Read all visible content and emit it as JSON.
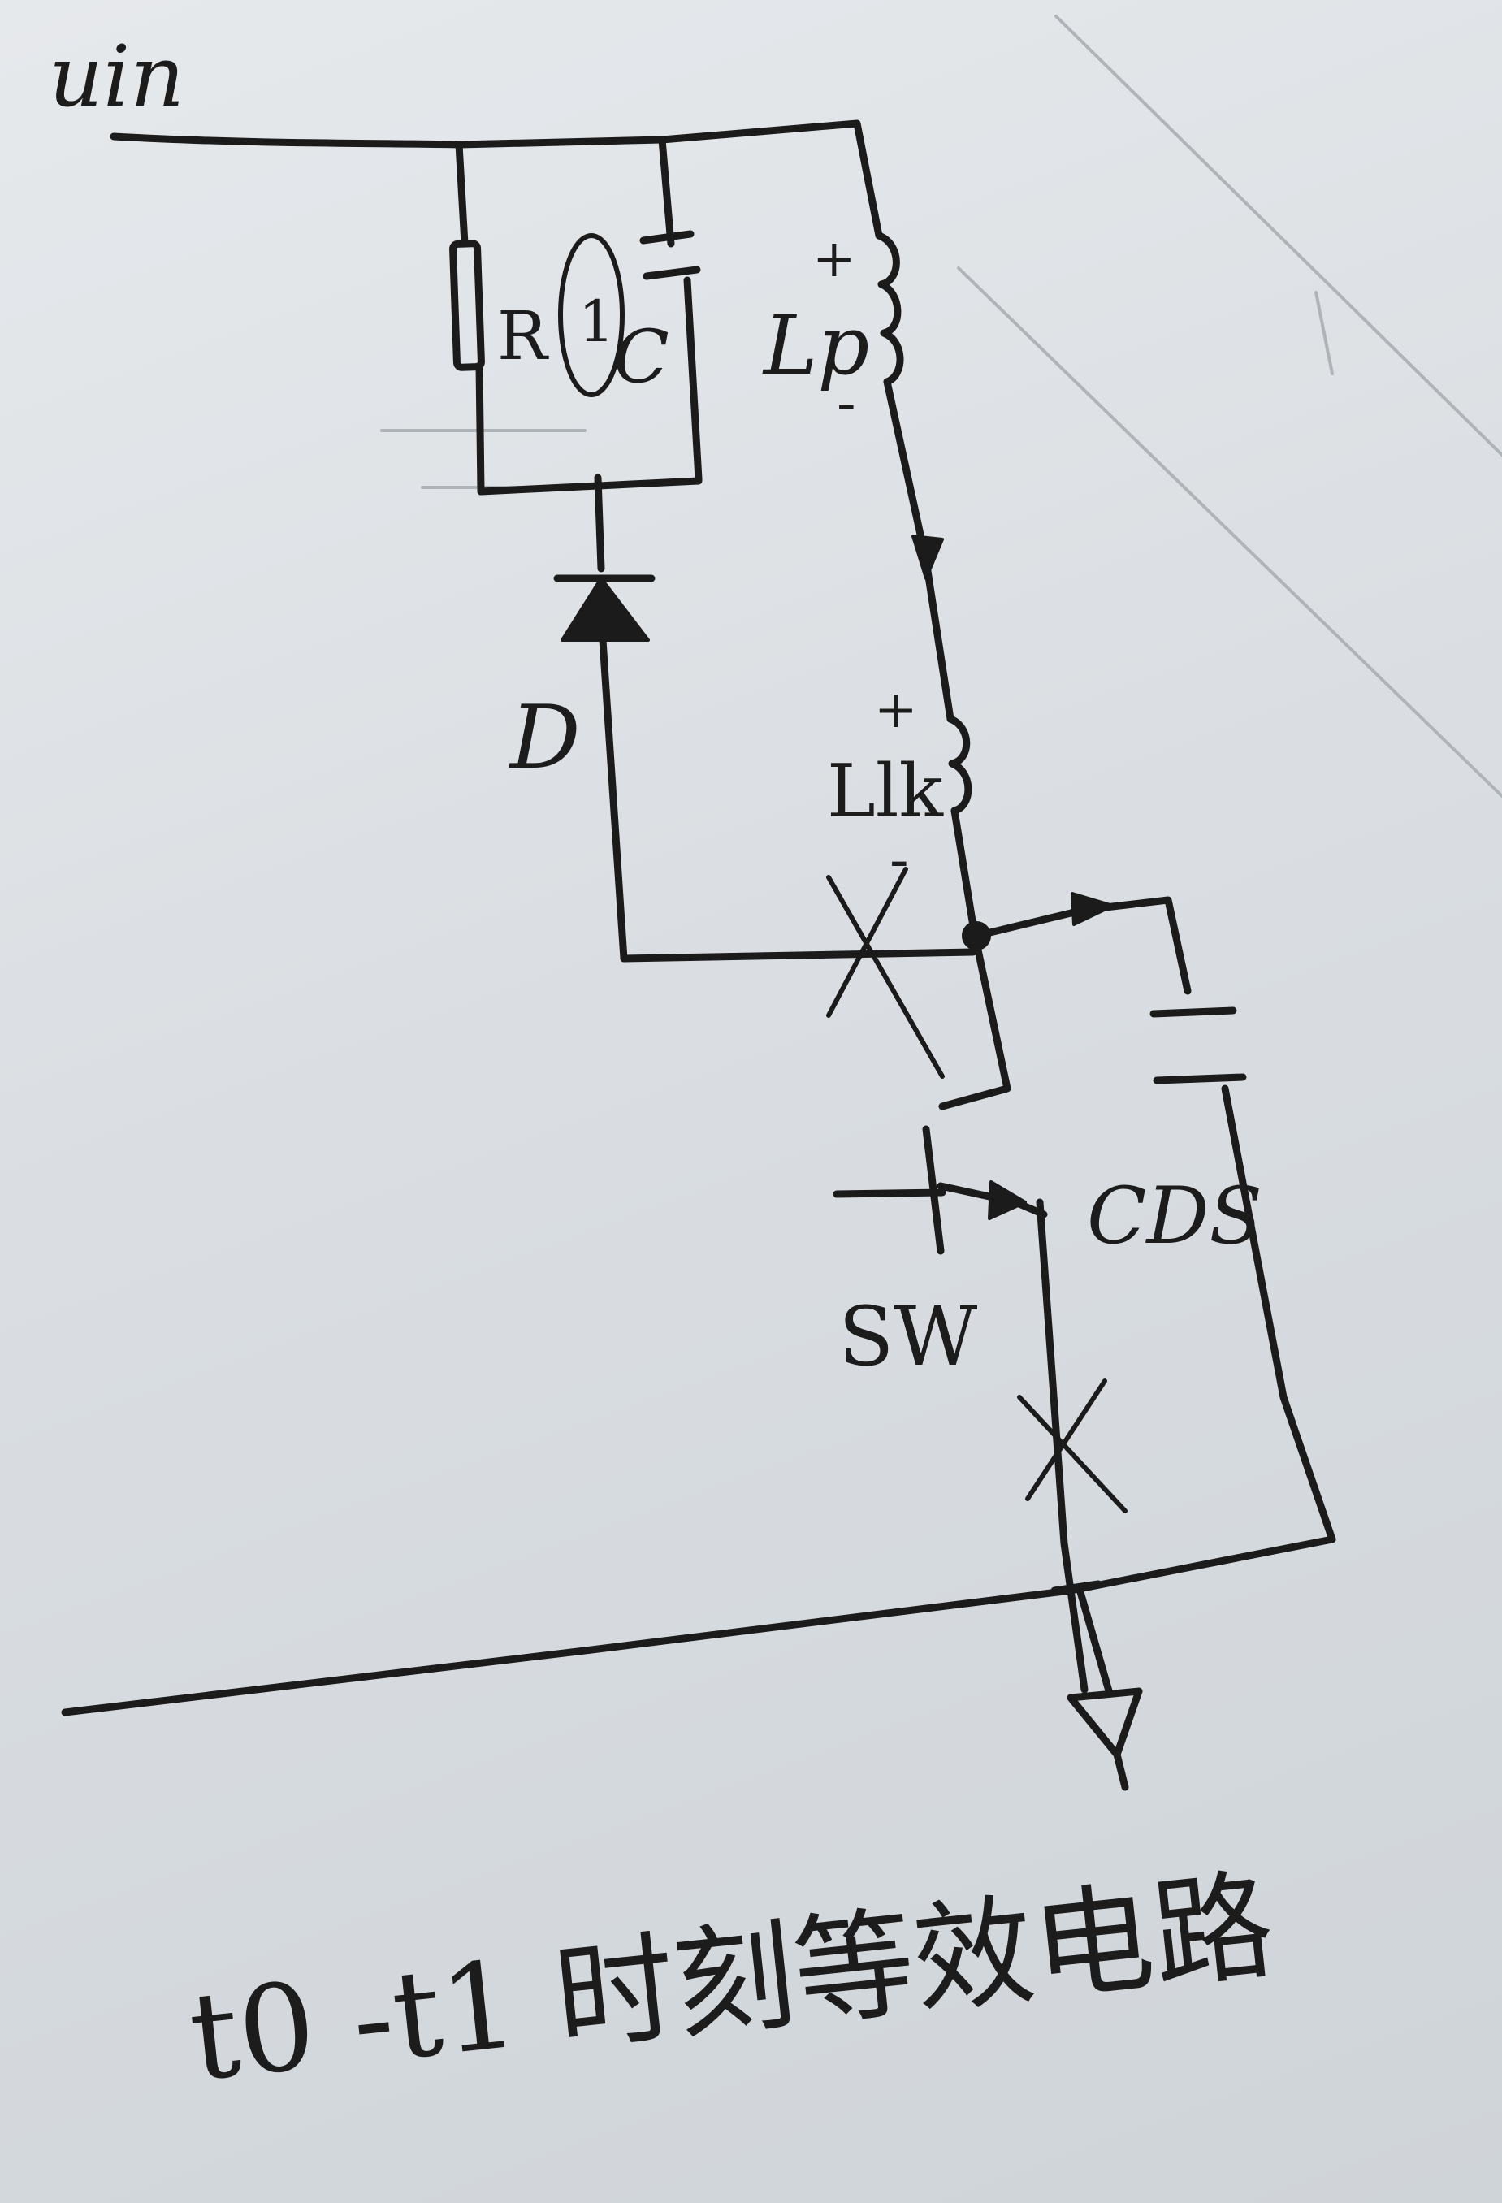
{
  "labels": {
    "vin": "uin",
    "resistor": "R",
    "capacitor": "C",
    "circled_mark": "1",
    "primary_inductor": "Lp",
    "primary_plus": "+",
    "primary_minus": "-",
    "diode": "D",
    "leakage_inductor": "Llk",
    "leakage_plus": "+",
    "leakage_minus": "-",
    "capacitor_ds": "CDS",
    "switch": "SW",
    "caption": "t0 -t1 时刻等效电路"
  },
  "colors": {
    "ink": "#1b1b1b",
    "paper": "#e2e5e8"
  }
}
